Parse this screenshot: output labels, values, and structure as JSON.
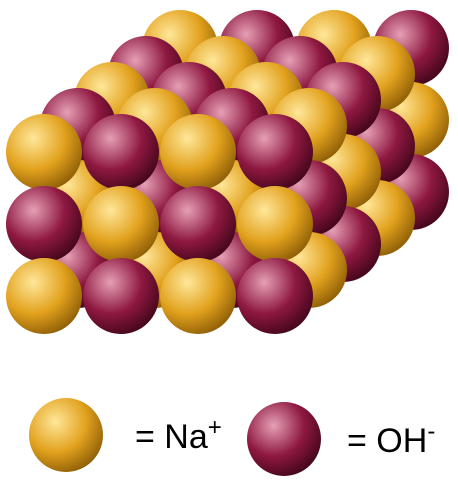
{
  "diagram": {
    "type": "crystal-lattice",
    "lattice": {
      "rows": 3,
      "columns": 4,
      "layers": 5
    },
    "colors": {
      "sodium": "#e2a21e",
      "sodium_highlight": "#ffe79a",
      "hydroxide": "#8e1840",
      "hydroxide_highlight": "#e6a0b6",
      "background": "#ffffff"
    }
  },
  "legend": [
    {
      "ion": "sodium",
      "label_prefix": "= Na",
      "charge": "+",
      "icon": "sodium-sphere"
    },
    {
      "ion": "hydroxide",
      "label_prefix": "= OH",
      "charge": "-",
      "icon": "hydroxide-sphere"
    }
  ]
}
